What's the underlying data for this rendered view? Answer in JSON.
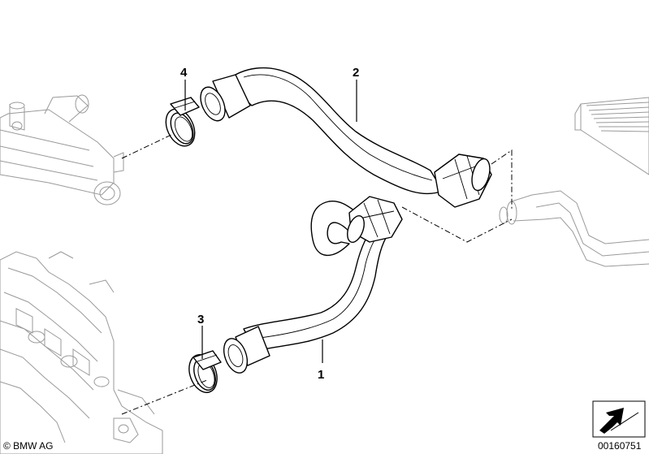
{
  "callouts": {
    "part_1": "1",
    "part_2": "2",
    "part_3": "3",
    "part_4": "4"
  },
  "footer": {
    "copyright": "© BMW AG",
    "document_number": "00160751"
  },
  "icons": {
    "corner_symbol": "diagonal-arrow-icon"
  }
}
